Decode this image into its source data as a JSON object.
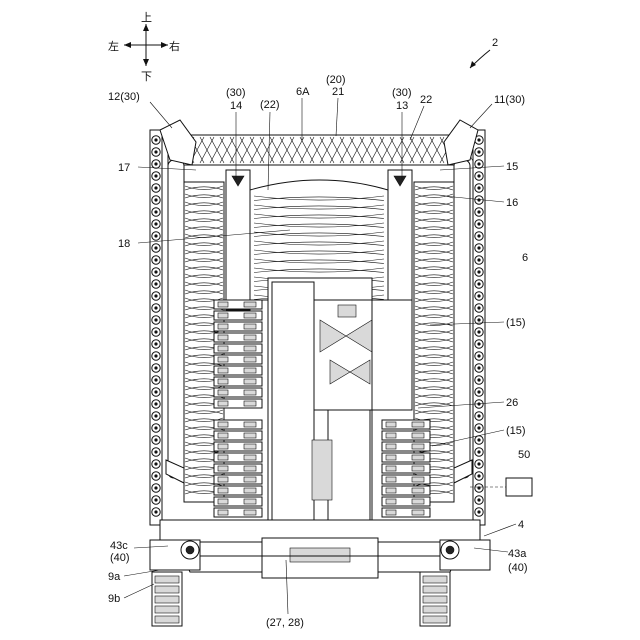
{
  "compass": {
    "up": "上",
    "down": "下",
    "left": "左",
    "right": "右"
  },
  "labels": {
    "fig_ref": "2",
    "l12": "12(30)",
    "l30a": "(30)",
    "l14": "14",
    "l22a": "(22)",
    "l6A": "6A",
    "l20": "(20)",
    "l21": "21",
    "l30b": "(30)",
    "l13": "13",
    "l22b": "22",
    "l11": "11(30)",
    "l17": "17",
    "l15a": "15",
    "l16": "16",
    "l18": "18",
    "l6": "6",
    "l15b": "(15)",
    "l26": "26",
    "l15c": "(15)",
    "l50": "50",
    "l4": "4",
    "l43c": "43c",
    "l40a": "(40)",
    "l43a": "43a",
    "l40b": "(40)",
    "l9a": "9a",
    "l9b": "9b",
    "l2728": "(27, 28)"
  }
}
